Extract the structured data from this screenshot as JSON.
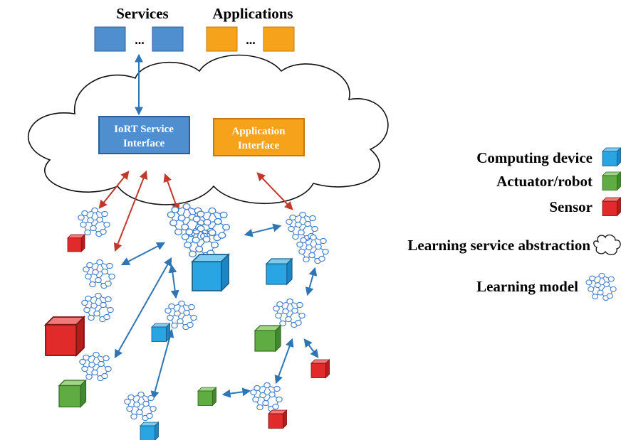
{
  "header": {
    "services_label": "Services",
    "applications_label": "Applications",
    "ellipsis": "...",
    "services_color": "#4f8fd0",
    "applications_color": "#f7a21b"
  },
  "cloud": {
    "iort_interface": {
      "line1": "IoRT Service",
      "line2": "Interface",
      "color": "#4f8fd0"
    },
    "app_interface": {
      "line1": "Application",
      "line2": "Interface",
      "color": "#f7a21b"
    }
  },
  "legend": {
    "computing_device": {
      "label": "Computing device",
      "color": "#29a5e3"
    },
    "actuator_robot": {
      "label": "Actuator/robot",
      "color": "#5fac43"
    },
    "sensor": {
      "label": "Sensor",
      "color": "#e12b2b"
    },
    "learning_service_abstraction": {
      "label": "Learning service abstraction"
    },
    "learning_model": {
      "label": "Learning model"
    }
  },
  "colors": {
    "arrow_blue": "#2e75b6",
    "arrow_red": "#c0392b",
    "node_stroke": "#3d7cc9"
  }
}
